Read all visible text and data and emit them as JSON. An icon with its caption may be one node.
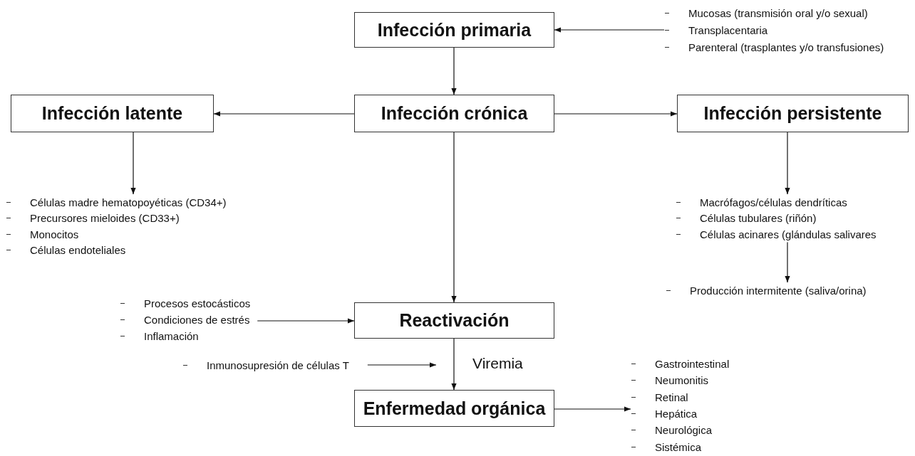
{
  "diagram": {
    "nodes": [
      {
        "text": [
          "Infección primaria"
        ]
      },
      {
        "text": [
          "Mucosas (transmisión oral y/o sexual)",
          "Transplacentaria",
          "Parenteral (trasplantes y/o transfusiones)"
        ]
      },
      {
        "text": [
          "Infección crónica"
        ]
      },
      {
        "text": [
          "Infección latente"
        ]
      },
      {
        "text": [
          "Infección persistente"
        ]
      },
      {
        "text": [
          "Células madre hematopoyéticas (CD34+)",
          "Precursores mieloides (CD33+)",
          "Monocitos",
          "Células endoteliales"
        ]
      },
      {
        "text": [
          "Macrófagos/células dendríticas",
          "Células tubulares (riñón)",
          "Células acinares (glándulas salivares"
        ]
      },
      {
        "text": [
          "Producción intermitente (saliva/orina)"
        ]
      },
      {
        "text": [
          "Reactivación"
        ]
      },
      {
        "text": [
          "Procesos estocásticos",
          "Condiciones de estrés",
          "Inflamación"
        ]
      },
      {
        "text": [
          "Inmunosupresión de células T"
        ]
      },
      {
        "text": [
          "Enfermedad orgánica"
        ]
      },
      {
        "text": [
          "Gastrointestinal",
          "Neumonitis",
          "Retinal",
          "Hepática",
          "Neurológica",
          "Sistémica"
        ]
      }
    ],
    "edges": [
      {
        "from": 1,
        "to": 0,
        "arrow": "to"
      },
      {
        "from": 0,
        "to": 2,
        "arrow": "to"
      },
      {
        "from": 2,
        "to": 3,
        "arrow": "to"
      },
      {
        "from": 2,
        "to": 4,
        "arrow": "to"
      },
      {
        "from": 3,
        "to": 5,
        "arrow": "to"
      },
      {
        "from": 4,
        "to": 6,
        "arrow": "to"
      },
      {
        "from": 6,
        "to": 7,
        "arrow": "to"
      },
      {
        "from": 2,
        "to": 8,
        "arrow": "to"
      },
      {
        "from": 9,
        "to": 8,
        "arrow": "to"
      },
      {
        "from": 8,
        "to": 11,
        "arrow": "to",
        "label": "Viremia"
      },
      {
        "from": 10,
        "to": null,
        "arrow": "to"
      },
      {
        "from": 11,
        "to": 12,
        "arrow": "to"
      }
    ]
  }
}
